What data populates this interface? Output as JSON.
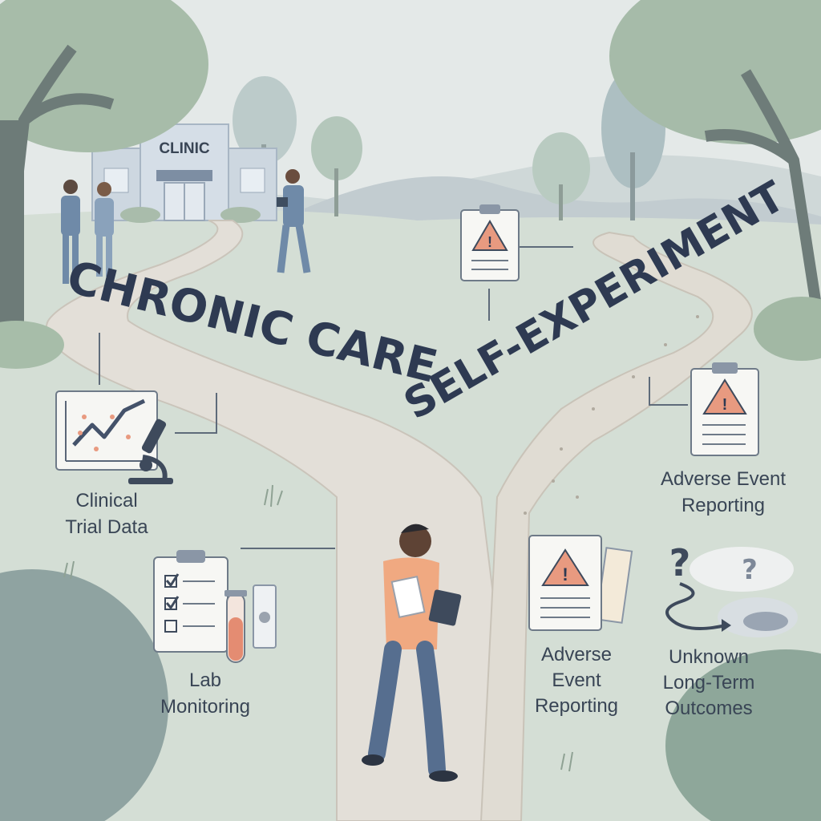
{
  "clinic_sign": "CLINIC",
  "paths": {
    "left": "CHRONIC CARE",
    "right": "SELF-EXPERIMENT"
  },
  "left_labels": {
    "clinical_trial": [
      "Clinical",
      "Trial Data"
    ],
    "lab_monitoring": [
      "Lab",
      "Monitoring"
    ]
  },
  "right_labels": {
    "adverse_top": [
      "Adverse Event",
      "Reporting"
    ],
    "adverse_bottom": [
      "Adverse",
      "Event",
      "Reporting"
    ],
    "unknown": [
      "Unknown",
      "Long-Term",
      "Outcomes"
    ]
  },
  "icons": {
    "clipboard_warning": "warning-clipboard-icon",
    "chart": "trend-chart-icon",
    "microscope": "microscope-icon",
    "checklist": "checklist-clipboard-icon",
    "test_tube": "test-tube-icon",
    "question": "question-mark-icon"
  },
  "colors": {
    "sky": "#e3e8e8",
    "grass": "#d3ddd3",
    "path": "#e4e0d9",
    "text": "#394555",
    "title": "#2e3a52",
    "warning": "#e89a80",
    "shirt": "#f0a981",
    "pants": "#566e8f"
  }
}
